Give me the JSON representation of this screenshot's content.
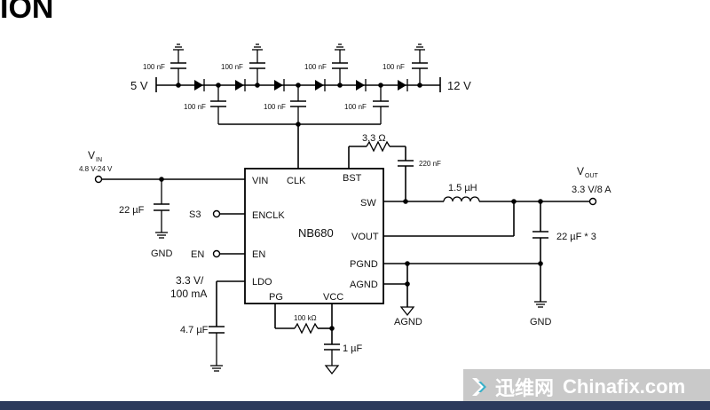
{
  "heading": "ION",
  "ic": {
    "name": "NB680",
    "pins": {
      "vin": "VIN",
      "clk": "CLK",
      "bst": "BST",
      "sw": "SW",
      "enclk": "ENCLK",
      "vout": "VOUT",
      "en": "EN",
      "pgnd": "PGND",
      "agnd": "AGND",
      "ldo": "LDO",
      "pg": "PG",
      "vcc": "VCC"
    }
  },
  "labels": {
    "v5": "5 V",
    "v12": "12 V",
    "vin_main": "V",
    "vin_sub": "IN",
    "vin_range": "4.8 V-24 V",
    "vout_main": "V",
    "vout_sub": "OUT",
    "vout_rating": "3.3 V/8 A",
    "s3": "S3",
    "en": "EN",
    "gnd_left": "GND",
    "gnd_right": "GND",
    "agnd": "AGND",
    "ldo_line1": "3.3 V/",
    "ldo_line2": "100 mA"
  },
  "components": {
    "cap_pump_top_1": "100 nF",
    "cap_pump_top_2": "100 nF",
    "cap_pump_top_3": "100 nF",
    "cap_pump_top_4": "100 nF",
    "cap_pump_bot_1": "100 nF",
    "cap_pump_bot_2": "100 nF",
    "cap_pump_bot_3": "100 nF",
    "r_bst": "3.3 Ω",
    "c_bst": "220 nF",
    "c_in": "22 µF",
    "inductor": "1.5 µH",
    "c_out": "22 µF * 3",
    "c_ldo": "4.7 µF",
    "r_pg": "100 kΩ",
    "c_vcc": "1 µF"
  },
  "watermark": {
    "cn": "迅维网",
    "en": "Chinafix.com"
  },
  "colors": {
    "line": "#000000",
    "bottom_bar": "#2c3a5c",
    "watermark_bg": "#c9c9c9"
  }
}
